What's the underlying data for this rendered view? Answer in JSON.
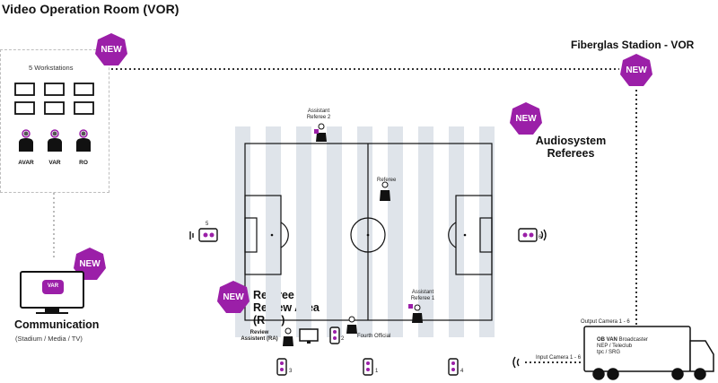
{
  "title": "Video Operation Room (VOR)",
  "stadion_label": "Fiberglas Stadion - VOR",
  "audio_label": "Audiosystem Referees",
  "rra_label": "Referee Review Area (RRA)",
  "communication_label": "Communication",
  "communication_sub": "(Stadium / Media / TV)",
  "workstations_label": "5 Workstations",
  "new_badge": "NEW",
  "vor_roles": [
    "AVAR",
    "VAR",
    "RO"
  ],
  "vdu_label": "VAR",
  "field_labels": {
    "assistant_referee_2": "Assistant Referee 2",
    "referee": "Referee",
    "assistant_referee_1": "Assistant Referee 1",
    "fourth_official": "Fourth Official",
    "review_assistant": "Review Assistent (RA)"
  },
  "cameras": [
    "1",
    "2",
    "3",
    "4",
    "5",
    "6"
  ],
  "output_camera": "Output Camera 1 - 6",
  "input_camera": "Input Camera 1 - 6",
  "ob_van": {
    "title": "OB VAN",
    "title_suffix": "Broadcaster",
    "lines": [
      "NEP / Teleclub",
      "tpc / SRG"
    ]
  },
  "colors": {
    "accent": "#9b1fa8",
    "stripe": "#dfe4ea",
    "line": "#111111",
    "dash": "#333333"
  }
}
